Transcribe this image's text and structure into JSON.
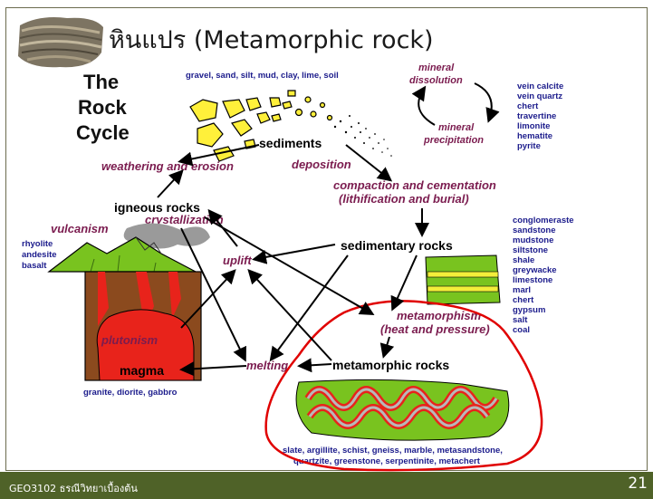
{
  "slide": {
    "title": "หินแปร (Metamorphic rock)",
    "footer_course": "GEO3102 ธรณีวิทยาเบื้องต้น",
    "page_number": "21"
  },
  "diagram": {
    "title_lines": [
      "The",
      "Rock",
      "Cycle"
    ],
    "sediment_list": "gravel, sand, silt, mud, clay, lime, soil",
    "nodes": {
      "sediments": "sediments",
      "igneous": "igneous rocks",
      "sedimentary": "sedimentary rocks",
      "metamorphic": "metamorphic rocks",
      "magma": "magma"
    },
    "processes": {
      "weathering": "weathering and erosion",
      "deposition": "deposition",
      "compaction_1": "compaction and cementation",
      "compaction_2": "(lithification and burial)",
      "crystallization": "crystallization",
      "vulcanism": "vulcanism",
      "uplift": "uplift",
      "metamorphism_1": "metamorphism",
      "metamorphism_2": "(heat and pressure)",
      "plutonism": "plutonism",
      "melting": "melting",
      "mineral_dissolution_1": "mineral",
      "mineral_dissolution_2": "dissolution",
      "mineral_precipitation_1": "mineral",
      "mineral_precipitation_2": "precipitation"
    },
    "vein_minerals": [
      "vein calcite",
      "vein quartz",
      "chert",
      "travertine",
      "limonite",
      "hematite",
      "pyrite"
    ],
    "volcanic_rocks": [
      "rhyolite",
      "andesite",
      "basalt"
    ],
    "plutonic_rocks": "granite, diorite, gabbro",
    "sedimentary_rocks": [
      "conglomeraste",
      "sandstone",
      "mudstone",
      "siltstone",
      "shale",
      "greywacke",
      "limestone",
      "marl",
      "chert",
      "gypsum",
      "salt",
      "coal"
    ],
    "metamorphic_rocks_1": "slate, argillite, schist, gneiss, marble, metasandstone,",
    "metamorphic_rocks_2": "quartzite, greenstone, serpentinite, metachert",
    "colors": {
      "process_text": "#7b1c4f",
      "list_text": "#1c1c8c",
      "highlight_outline": "#e00000",
      "footer_bar": "#4f6228",
      "magma": "#e8231b",
      "rock_green": "#7fd321"
    }
  }
}
